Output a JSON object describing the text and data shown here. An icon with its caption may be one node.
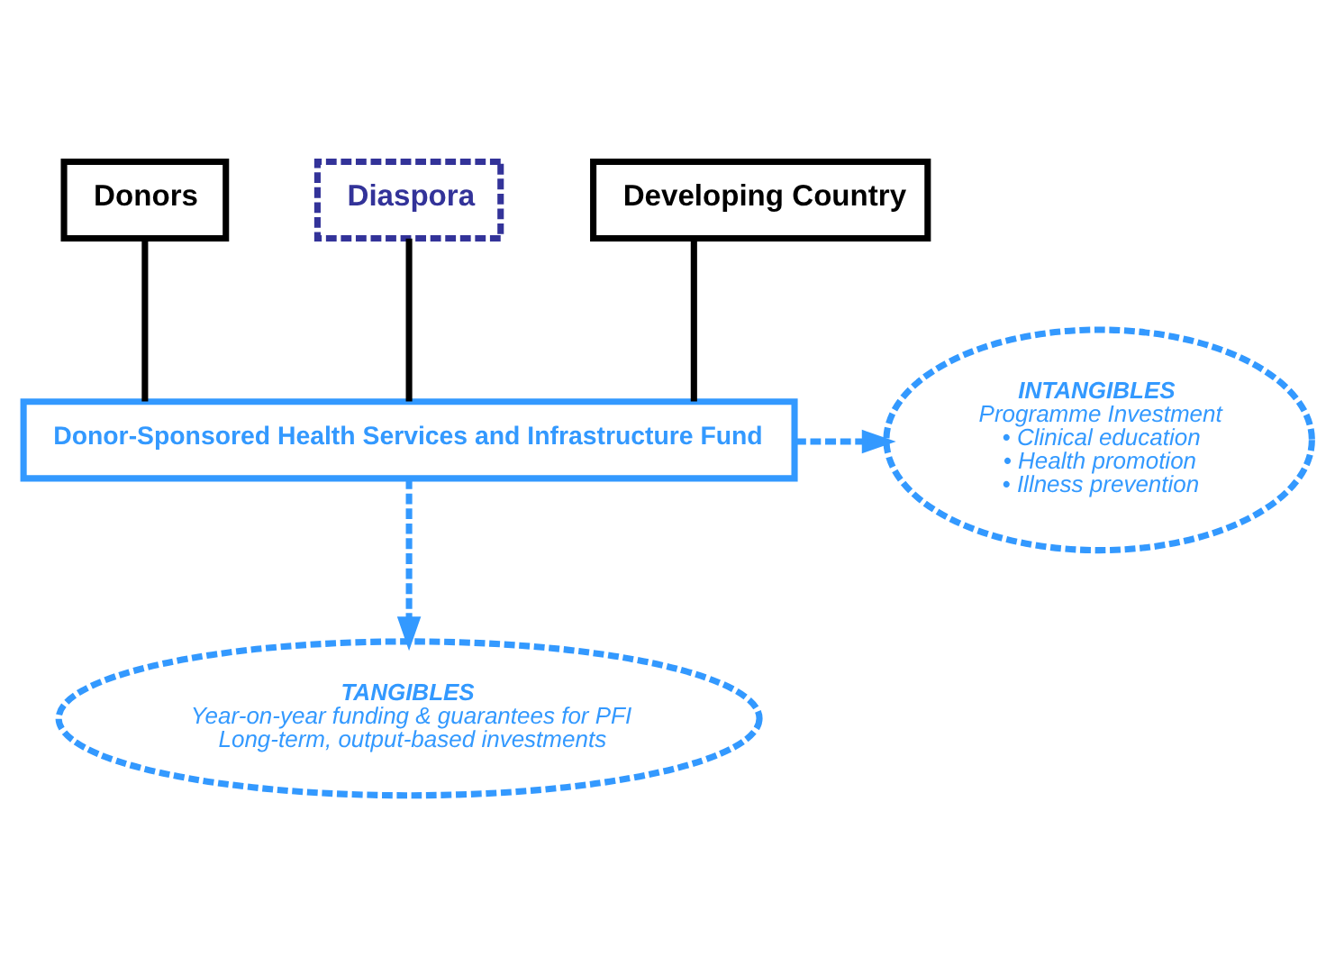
{
  "diagram": {
    "nodes": [
      {
        "text": [
          "Donors"
        ]
      },
      {
        "text": [
          "Diaspora"
        ]
      },
      {
        "text": [
          "Developing Country"
        ]
      },
      {
        "text": [
          "Donor-Sponsored Health Services and Infrastructure Fund"
        ]
      },
      {
        "text": [
          "INTANGIBLES",
          "Programme Investment",
          "• Clinical education",
          "• Health promotion",
          "• Illness prevention"
        ]
      },
      {
        "text": [
          "TANGIBLES",
          "Year-on-year funding & guarantees for PFI",
          "Long-term, output-based investments"
        ]
      }
    ],
    "edges": [
      {
        "from": 0,
        "to": 3,
        "arrow": "none"
      },
      {
        "from": 1,
        "to": 3,
        "arrow": "none"
      },
      {
        "from": 2,
        "to": 3,
        "arrow": "none"
      },
      {
        "from": 3,
        "to": 4,
        "arrow": "to",
        "style": "dashed",
        "color": "#3399ff"
      },
      {
        "from": 3,
        "to": 5,
        "arrow": "to",
        "style": "dashed",
        "color": "#3399ff"
      }
    ]
  }
}
